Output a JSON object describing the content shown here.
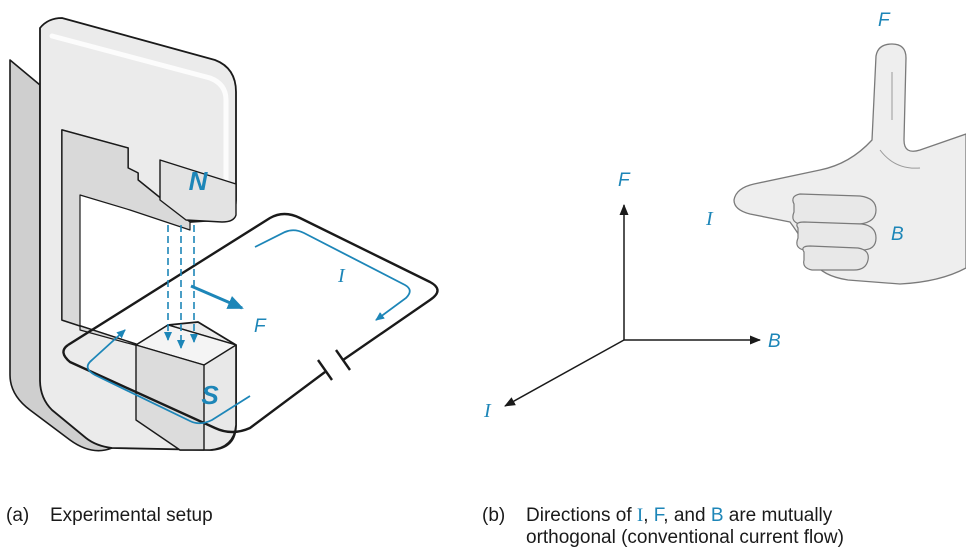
{
  "panel_a": {
    "pole_north": "N",
    "pole_south": "S",
    "label_current": "I",
    "label_force": "F",
    "caption_tag": "(a)",
    "caption_text": "Experimental setup"
  },
  "panel_b": {
    "axis_force": "F",
    "axis_field": "B",
    "axis_current": "I",
    "hand_force": "F",
    "hand_current": "I",
    "hand_field": "B",
    "caption_tag": "(b)",
    "caption_pre": "Directions of ",
    "caption_i": "I",
    "caption_sep1": ", ",
    "caption_f": "F",
    "caption_sep2": ", and ",
    "caption_b": "B",
    "caption_post": " are mutually",
    "caption_line2": "orthogonal (conventional current flow)"
  },
  "colors": {
    "accent": "#1d86b8",
    "magnet_face": "#ebebeb",
    "magnet_shadow": "#cfcfcf",
    "ink": "#1a1a1a"
  }
}
